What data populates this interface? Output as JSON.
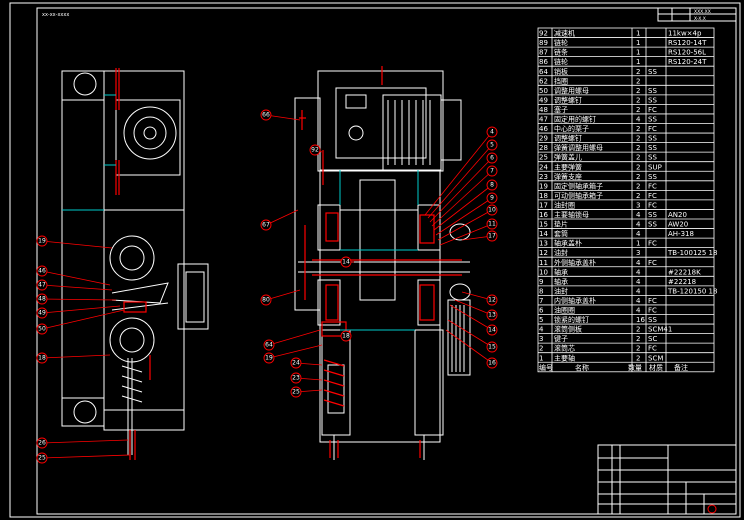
{
  "drawing": {
    "top_left_tag": "xx-xx-xxxx",
    "title_block_small": "XXX.XX",
    "title_block_small2": "X-X.X",
    "colors": {
      "background": "#000000",
      "frame": "#ffffff",
      "part_red": "#ff0000",
      "balloon_leader": "#ff0000"
    }
  },
  "bom": {
    "rows": [
      {
        "no": "92",
        "name": "减速机",
        "qty": "1",
        "mat": "",
        "note": "11kw×4p"
      },
      {
        "no": "89",
        "name": "链轮",
        "qty": "1",
        "mat": "",
        "note": "RS120-14T"
      },
      {
        "no": "87",
        "name": "链条",
        "qty": "1",
        "mat": "",
        "note": "RS120-56L"
      },
      {
        "no": "86",
        "name": "链轮",
        "qty": "1",
        "mat": "",
        "note": "RS120-24T"
      },
      {
        "no": "64",
        "name": "销板",
        "qty": "2",
        "mat": "SS",
        "note": ""
      },
      {
        "no": "62",
        "name": "挡圈",
        "qty": "2",
        "mat": "",
        "note": ""
      },
      {
        "no": "50",
        "name": "调整用螺母",
        "qty": "2",
        "mat": "SS",
        "note": ""
      },
      {
        "no": "49",
        "name": "调整螺钉",
        "qty": "2",
        "mat": "SS",
        "note": ""
      },
      {
        "no": "48",
        "name": "塞子",
        "qty": "2",
        "mat": "FC",
        "note": ""
      },
      {
        "no": "47",
        "name": "固定用的螺钉",
        "qty": "4",
        "mat": "SS",
        "note": ""
      },
      {
        "no": "46",
        "name": "中心的栗子",
        "qty": "2",
        "mat": "FC",
        "note": ""
      },
      {
        "no": "29",
        "name": "调整螺钉",
        "qty": "2",
        "mat": "SS",
        "note": ""
      },
      {
        "no": "28",
        "name": "弹簧调整用螺母",
        "qty": "2",
        "mat": "SS",
        "note": ""
      },
      {
        "no": "25",
        "name": "弹簧盖儿",
        "qty": "2",
        "mat": "SS",
        "note": ""
      },
      {
        "no": "24",
        "name": "主要弹簧",
        "qty": "2",
        "mat": "SUP",
        "note": ""
      },
      {
        "no": "23",
        "name": "弹簧支座",
        "qty": "2",
        "mat": "SS",
        "note": ""
      },
      {
        "no": "19",
        "name": "固定侧轴承箱子",
        "qty": "2",
        "mat": "FC",
        "note": ""
      },
      {
        "no": "18",
        "name": "可动侧轴承箱子",
        "qty": "2",
        "mat": "FC",
        "note": ""
      },
      {
        "no": "17",
        "name": "油封圈",
        "qty": "3",
        "mat": "FC",
        "note": ""
      },
      {
        "no": "16",
        "name": "主要轴锁母",
        "qty": "4",
        "mat": "SS",
        "note": "AN20"
      },
      {
        "no": "15",
        "name": "垫片",
        "qty": "4",
        "mat": "SS",
        "note": "AW20"
      },
      {
        "no": "14",
        "name": "套筒",
        "qty": "4",
        "mat": "",
        "note": "AH-318"
      },
      {
        "no": "13",
        "name": "轴承盖朴",
        "qty": "1",
        "mat": "FC",
        "note": ""
      },
      {
        "no": "12",
        "name": "油封",
        "qty": "3",
        "mat": "",
        "note": "TB-100125 18"
      },
      {
        "no": "11",
        "name": "外侧轴承盖朴",
        "qty": "4",
        "mat": "FC",
        "note": ""
      },
      {
        "no": "10",
        "name": "轴承",
        "qty": "4",
        "mat": "",
        "note": "#22218K"
      },
      {
        "no": "9",
        "name": "轴承",
        "qty": "4",
        "mat": "",
        "note": "#22218"
      },
      {
        "no": "8",
        "name": "油封",
        "qty": "4",
        "mat": "",
        "note": "TB-120150 18"
      },
      {
        "no": "7",
        "name": "内侧轴承盖朴",
        "qty": "4",
        "mat": "FC",
        "note": ""
      },
      {
        "no": "6",
        "name": "油圈圈",
        "qty": "4",
        "mat": "FC",
        "note": ""
      },
      {
        "no": "5",
        "name": "锁紧的螺钉",
        "qty": "16",
        "mat": "SS",
        "note": ""
      },
      {
        "no": "4",
        "name": "滚筒侧板",
        "qty": "2",
        "mat": "SCM41",
        "note": ""
      },
      {
        "no": "3",
        "name": "键子",
        "qty": "2",
        "mat": "SC",
        "note": ""
      },
      {
        "no": "2",
        "name": "滚筒芯",
        "qty": "2",
        "mat": "FC",
        "note": ""
      },
      {
        "no": "1",
        "name": "主要轴",
        "qty": "2",
        "mat": "SCM",
        "note": ""
      }
    ],
    "header": {
      "no": "编号",
      "name": "名称",
      "qty": "数量",
      "mat": "材质",
      "note": "备注"
    }
  },
  "balloons_left": [
    "19",
    "46",
    "47",
    "48",
    "49",
    "50",
    "18",
    "26",
    "25"
  ],
  "balloons_mid_left": [
    "66",
    "92",
    "67",
    "80",
    "64",
    "19",
    "24",
    "23",
    "25",
    "14",
    "18"
  ],
  "balloons_mid_right": [
    "4",
    "5",
    "6",
    "7",
    "8",
    "9",
    "10",
    "11",
    "17",
    "12",
    "13",
    "14",
    "15",
    "16"
  ]
}
